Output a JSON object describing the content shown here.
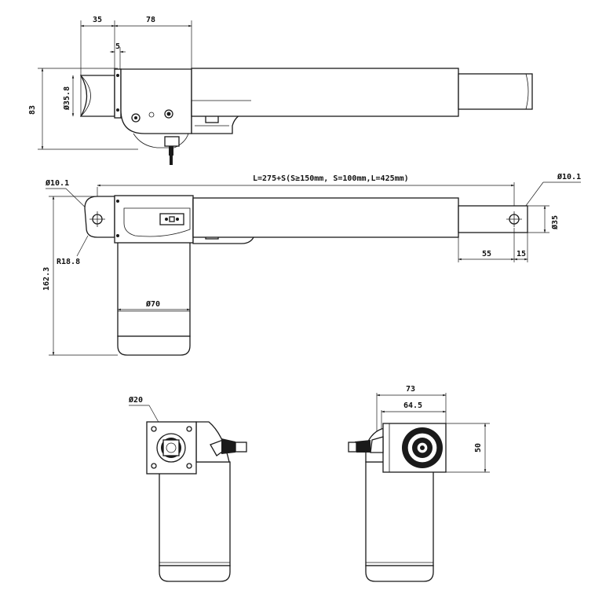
{
  "top_view": {
    "dims": {
      "offset": "35",
      "bracket": "78",
      "gap": "5",
      "height": "83",
      "rod_dia": "Ø35.8"
    }
  },
  "side_view": {
    "dims": {
      "length_formula": "L=275+S(S≥150mm, S=100mm,L=425mm)",
      "hole_left": "Ø10.1",
      "hole_right": "Ø10.1",
      "radius": "R18.8",
      "height": "162.3",
      "motor_dia": "Ø70",
      "tube_dia": "Ø35",
      "end_len": "55",
      "end_tip": "15"
    }
  },
  "end_view_left": {
    "dims": {
      "boss_dia": "Ø20"
    }
  },
  "end_view_right": {
    "dims": {
      "outer_width": "73",
      "inner_width": "64.5",
      "height": "50"
    }
  }
}
